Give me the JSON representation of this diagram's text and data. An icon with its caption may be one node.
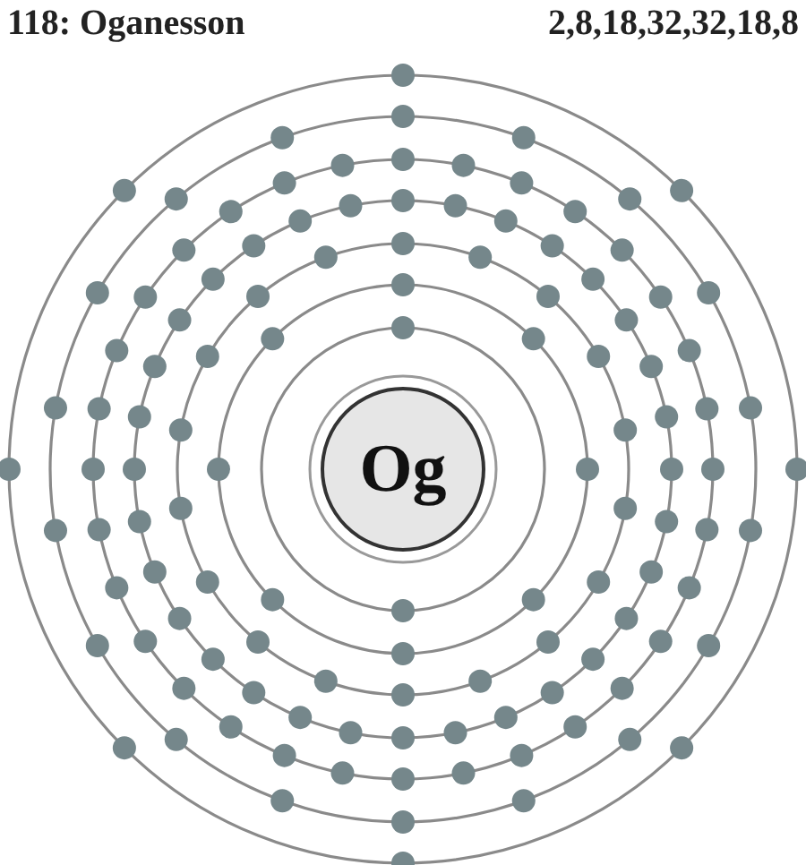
{
  "diagram": {
    "title": "118: Oganesson",
    "nodes": [
      {
        "text": [
          "Og"
        ]
      }
    ],
    "labels": [
      "2,8,18,32,32,18,8"
    ]
  }
}
